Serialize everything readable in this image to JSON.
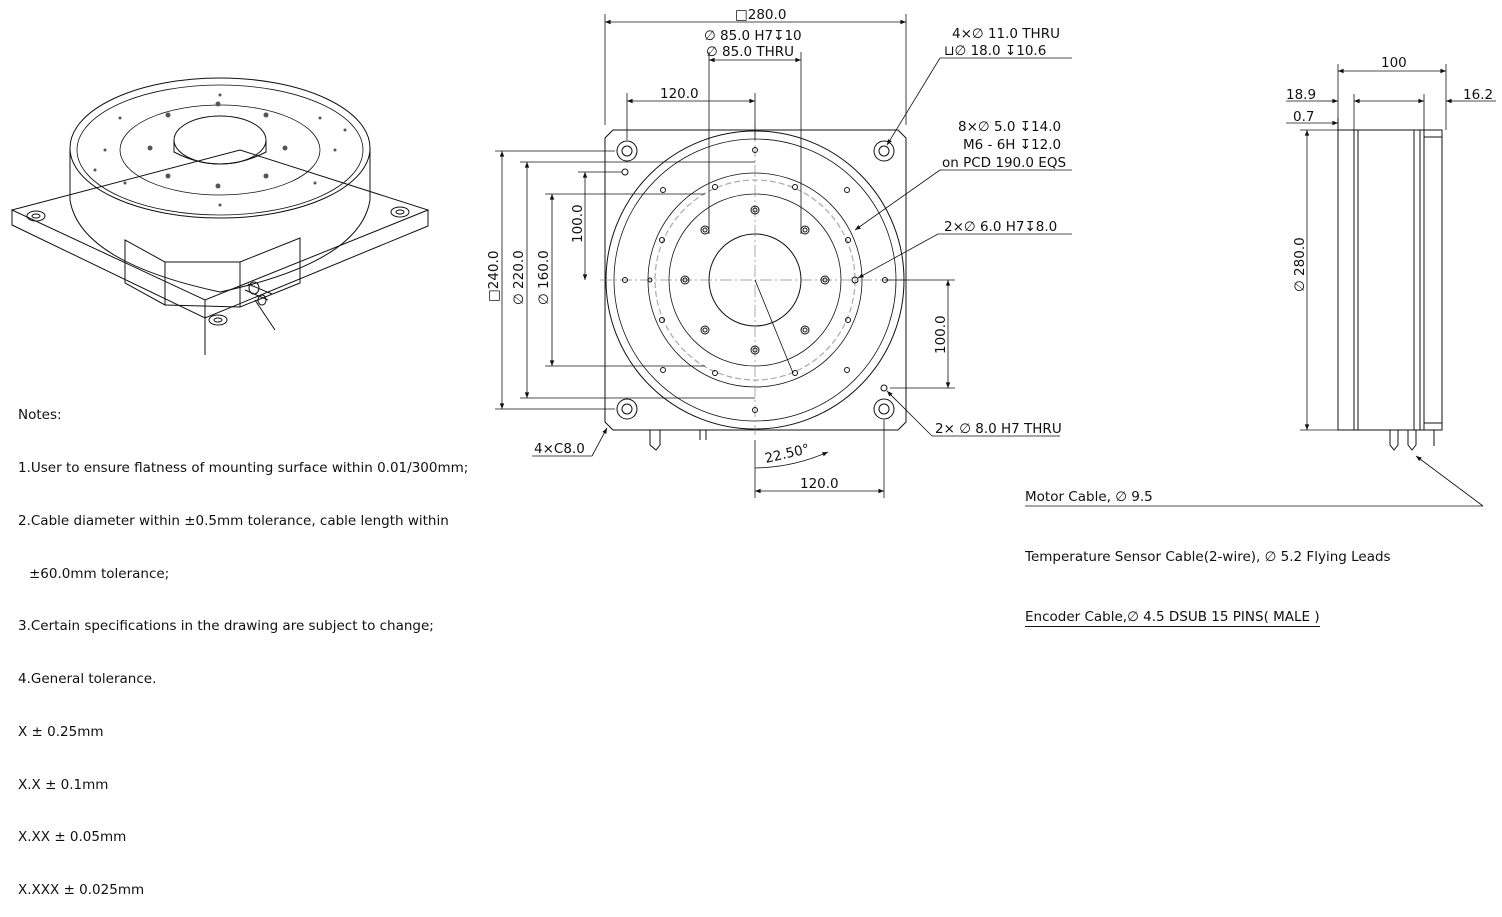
{
  "notes": {
    "heading": "Notes:",
    "items": [
      "1.User to ensure flatness of mounting surface within 0.01/300mm;",
      "2.Cable diameter within ±0.5mm tolerance, cable length within",
      "±60.0mm tolerance;",
      "3.Certain specifications in the drawing are subject to change;",
      "4.General tolerance.",
      "X ± 0.25mm",
      "X.X ± 0.1mm",
      "X.XX ± 0.05mm",
      "X.XXX ± 0.025mm"
    ]
  },
  "front_view": {
    "dim_280": "□280.0",
    "bore_h7": "∅ 85.0 H7↧10",
    "bore_thru": "∅ 85.0 THRU",
    "dim_120_top": "120.0",
    "dim_100_left": "100.0",
    "dim_240": "□240.0",
    "dim_220": "∅ 220.0",
    "dim_160": "∅ 160.0",
    "dim_100_right": "100.0",
    "dim_120_bottom": "120.0",
    "angle": "22.50°",
    "chamfer": "4×C8.0",
    "callout_thru": "4×∅ 11.0 THRU",
    "callout_cbore": "⊔∅ 18.0  ↧10.6",
    "callout_8x": "8×∅ 5.0 ↧14.0",
    "callout_m6": "M6 - 6H ↧12.0",
    "callout_pcd": "on PCD 190.0 EQS",
    "callout_2x6": "2×∅ 6.0 H7↧8.0",
    "callout_2x8": "2× ∅ 8.0 H7 THRU"
  },
  "side_view": {
    "dim_100": "100",
    "dim_18_9": "18.9",
    "dim_0_7": "0.7",
    "dim_16_2": "16.2",
    "dim_280": "∅ 280.0"
  },
  "cables": {
    "motor": "Motor Cable, ∅ 9.5",
    "temp": "Temperature Sensor Cable(2-wire), ∅ 5.2 Flying Leads",
    "encoder": "Encoder Cable,∅ 4.5 DSUB 15 PINS( MALE )"
  }
}
